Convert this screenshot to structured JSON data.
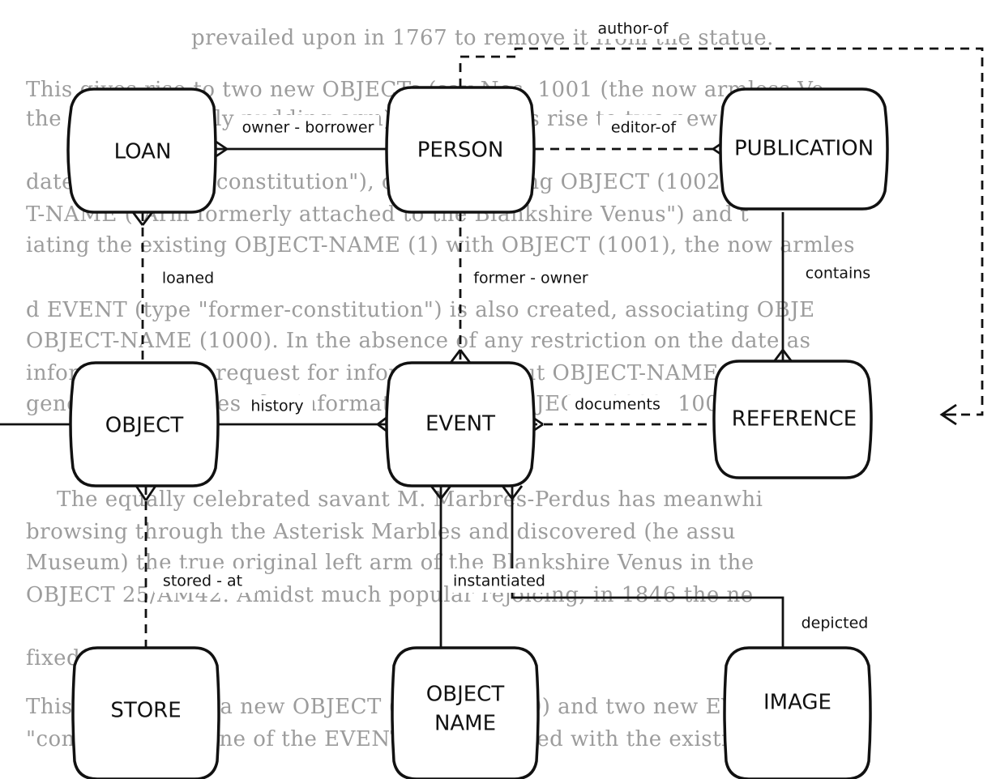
{
  "background_text": [
    "prevailed upon in 1767 to remove it from the statue.",
    "This gives rise to two new OBJECTs (say Nos. 1001 (the now armless Ve",
    "the spare, possibly pudding-arm). It also gives rise to two new EVEN",
    "date 1840, type \"constitution\"), one associating OBJECT (1002) with",
    "T-NAME (\"Arm formerly attached to the Blankshire Venus\") and t",
    "iating the existing OBJECT-NAME (1) with OBJECT (1001), the now armles",
    "d EVENT (type \"former-constitution\") is also created, associating OBJE",
    "OBJECT-NAME (1000). In the absence of any restriction on the date as",
    "information, any request for information about OBJECT-NAME (1) m",
    "generated a request for information about OBJECTs 1000, 1001 and 10",
    "The equally celebrated savant M. Marbres-Perdus has meanwhi",
    "browsing through the Asterisk Marbles and discovered (he assu",
    "Museum) the true original left arm of the Blankshire Venus in the",
    "OBJECT 25/AM42. Amidst much popular rejoicing, in 1846 the ne",
    "fixed in place.",
    "This also creates a new OBJECT (say No. 1010) and two new EVENTs (da",
    "\"constitution\"). One of the EVENTs is associated with the existing OBJE"
  ],
  "entities": {
    "loan": "LOAN",
    "person": "PERSON",
    "publication": "PUBLICATION",
    "object": "OBJECT",
    "event": "EVENT",
    "reference": "REFERENCE",
    "store": "STORE",
    "object_name_line1": "OBJECT",
    "object_name_line2": "NAME",
    "image": "IMAGE"
  },
  "relationships": {
    "author_of": "author-of",
    "owner_borrower": "owner - borrower",
    "editor_of": "editor-of",
    "loaned": "loaned",
    "former_owner": "former - owner",
    "contains": "contains",
    "history": "history",
    "documents": "documents",
    "stored_at": "stored - at",
    "instantiated": "instantiated",
    "depicted": "depicted"
  },
  "colors": {
    "ink": "#111111",
    "background_text": "#9c9c9c"
  }
}
